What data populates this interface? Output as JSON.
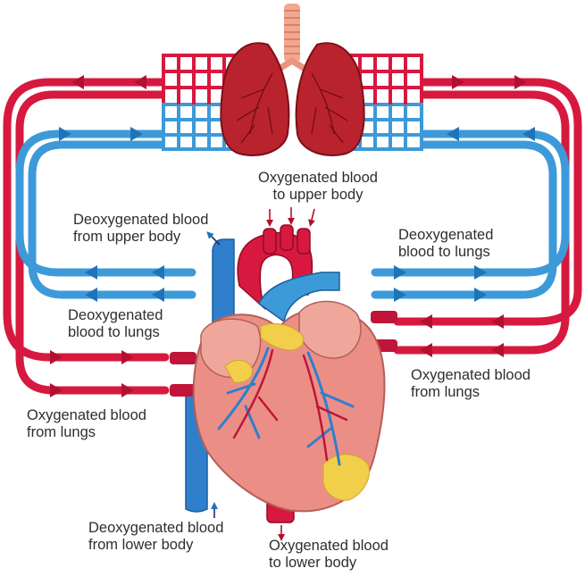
{
  "labels": {
    "oxy_upper": {
      "line1": "Oxygenated blood",
      "line2": "to upper body"
    },
    "deoxy_upper": {
      "line1": "Deoxygenated blood",
      "line2": "from upper body"
    },
    "deoxy_lungs_right": {
      "line1": "Deoxygenated",
      "line2": "blood to lungs"
    },
    "deoxy_lungs_left": {
      "line1": "Deoxygenated",
      "line2": "blood to lungs"
    },
    "oxy_lungs_right": {
      "line1": "Oxygenated blood",
      "line2": "from lungs"
    },
    "oxy_lungs_left": {
      "line1": "Oxygenated blood",
      "line2": "from lungs"
    },
    "deoxy_lower": {
      "line1": "Deoxygenated blood",
      "line2": "from lower body"
    },
    "oxy_lower": {
      "line1": "Oxygenated blood",
      "line2": "to lower body"
    }
  },
  "colors": {
    "oxygenated": "#d7193f",
    "deoxygenated": "#3d9ad9",
    "heart": "#eb8f86",
    "lungs": "#b9232d",
    "fat": "#f2cf4b"
  }
}
